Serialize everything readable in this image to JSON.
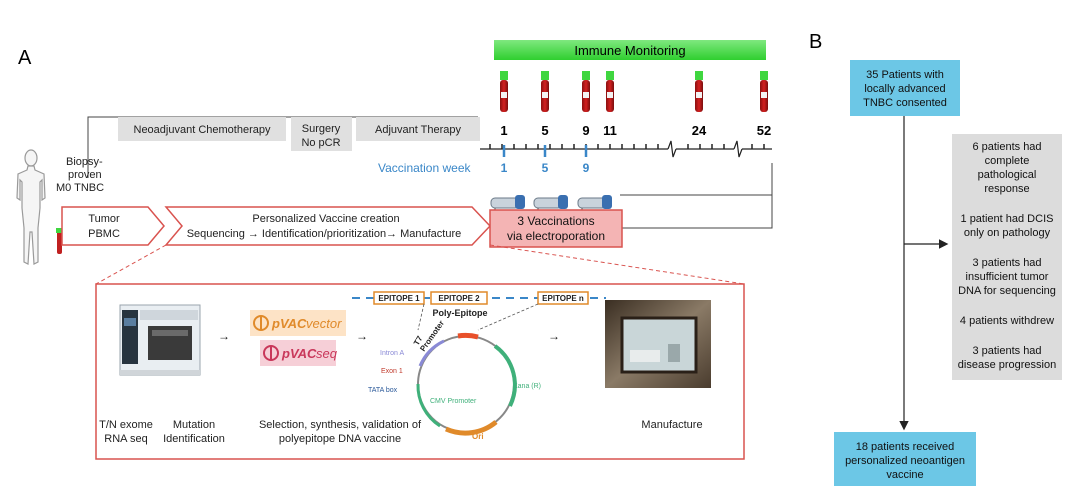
{
  "panel_a": {
    "label": "A",
    "immune_monitoring": "Immune Monitoring",
    "timeline_weeks": [
      "1",
      "5",
      "9",
      "11",
      "24",
      "52"
    ],
    "vaccination_label": "Vaccination week",
    "vaccination_weeks": [
      "1",
      "5",
      "9"
    ],
    "phases": {
      "neoadjuvant": "Neoadjuvant  Chemotherapy",
      "surgery_line1": "Surgery",
      "surgery_line2": "No pCR",
      "adjuvant": "Adjuvant Therapy"
    },
    "patient_label": [
      "Biopsy-",
      "proven",
      "M0 TNBC"
    ],
    "tumor_box": [
      "Tumor",
      "PBMC"
    ],
    "vaccine_creation": {
      "title": "Personalized Vaccine creation",
      "steps": "Sequencing → Identification/prioritization→  Manufacture"
    },
    "vaccinations_box": [
      "3 Vaccinations",
      "via  electroporation"
    ],
    "detail": {
      "col1_caption": [
        "T/N exome",
        "RNA seq"
      ],
      "col1b_caption": [
        "Mutation",
        "Identification"
      ],
      "pvac_vector": [
        "pVAC",
        "vector"
      ],
      "pvac_seq": [
        "pVAC",
        "seq"
      ],
      "epitopes": [
        "EPITOPE 1",
        "EPITOPE 2",
        "EPITOPE n"
      ],
      "poly_epitope": "Poly-Epitope",
      "plasmid_labels": {
        "t7": "T7",
        "promoter": "Promoter",
        "intron": "Intron A",
        "exon": "Exon 1",
        "tata": "TATA  box",
        "cmv": "CMV Promoter",
        "kana": "Kana (R)",
        "ori": "Ori"
      },
      "col3_caption": [
        "Selection, synthesis, validation of",
        "polyepitope DNA vaccine"
      ],
      "col4_caption": "Manufacture"
    },
    "colors": {
      "green": "#3fd63f",
      "red": "#d9534f",
      "pink": "#f4b4b4",
      "blue": "#3a87c8",
      "gray_box": "#e0e0e0",
      "cyan": "#6cc7e6"
    }
  },
  "panel_b": {
    "label": "B",
    "top_box": [
      "35 Patients with",
      "locally advanced",
      "TNBC consented"
    ],
    "exclusions": [
      [
        "6 patients had",
        "complete",
        "pathological",
        "response"
      ],
      [
        "1 patient had DCIS",
        "only on pathology"
      ],
      [
        "3 patients had",
        "insufficient tumor",
        "DNA for sequencing"
      ],
      [
        "4 patients withdrew"
      ],
      [
        "3 patients had",
        "disease progression"
      ]
    ],
    "bottom_box": [
      "18 patients received",
      "personalized neoantigen",
      "vaccine"
    ]
  }
}
